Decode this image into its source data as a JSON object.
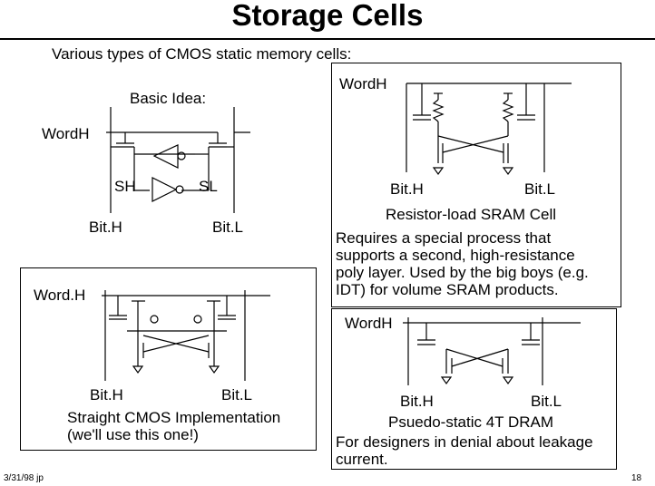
{
  "title": "Storage Cells",
  "subtitle": "Various types of CMOS static memory cells:",
  "basic_idea": {
    "heading": "Basic Idea:",
    "word_label": "WordH",
    "sh_label": "SH",
    "sl_label": "SL",
    "bith_label": "Bit.H",
    "bitl_label": "Bit.L"
  },
  "resistor_load": {
    "word_label": "WordH",
    "bith_label": "Bit.H",
    "bitl_label": "Bit.L",
    "caption": "Resistor-load SRAM Cell",
    "description_lines": [
      "Requires a special process that",
      "supports a second, high-resistance",
      "poly layer.  Used by the big boys (e.g.",
      "IDT) for volume SRAM products."
    ]
  },
  "straight_cmos": {
    "word_label": "Word.H",
    "bith_label": "Bit.H",
    "bitl_label": "Bit.L",
    "caption_lines": [
      "Straight CMOS Implementation",
      "(we'll use this one!)"
    ]
  },
  "pseudo_static": {
    "word_label": "WordH",
    "bith_label": "Bit.H",
    "bitl_label": "Bit.L",
    "caption": "Psuedo-static 4T DRAM",
    "description_lines": [
      "For designers in denial about leakage",
      "current."
    ]
  },
  "footer": {
    "left": "3/31/98 jp",
    "right": "18"
  }
}
